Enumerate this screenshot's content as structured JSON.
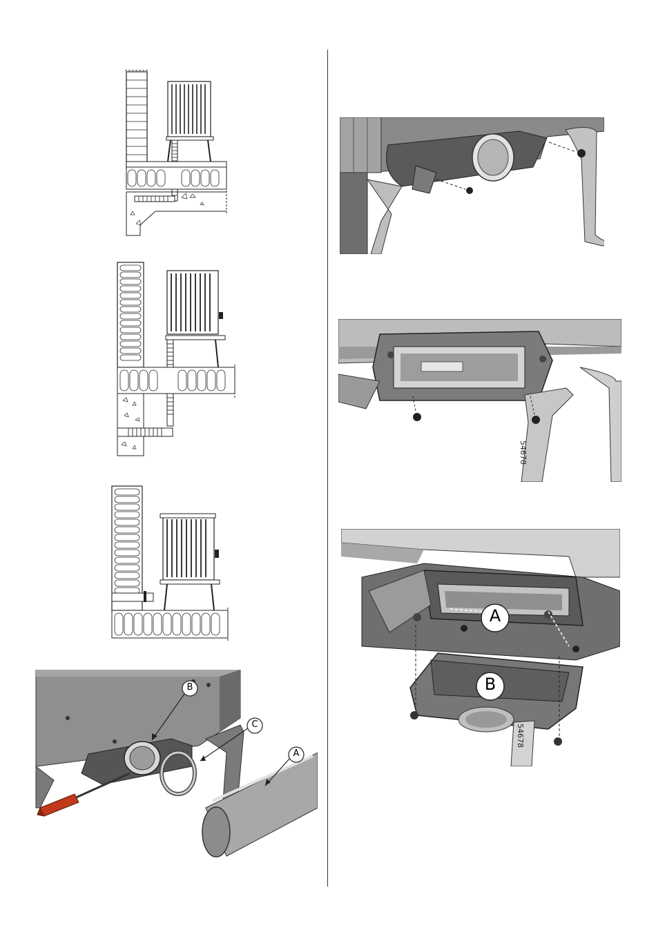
{
  "labels": {
    "fig4_a": "A",
    "fig4_b": "B",
    "fig4_c": "C",
    "fig7_a": "A",
    "fig7_b": "B",
    "part_number_1": "54678",
    "part_number_2": "54678"
  },
  "colors": {
    "metal_dark": "#4a4a4a",
    "metal_mid": "#8a8a8a",
    "metal_light": "#d6d6d6",
    "screwdriver_handle": "#c0391b"
  }
}
